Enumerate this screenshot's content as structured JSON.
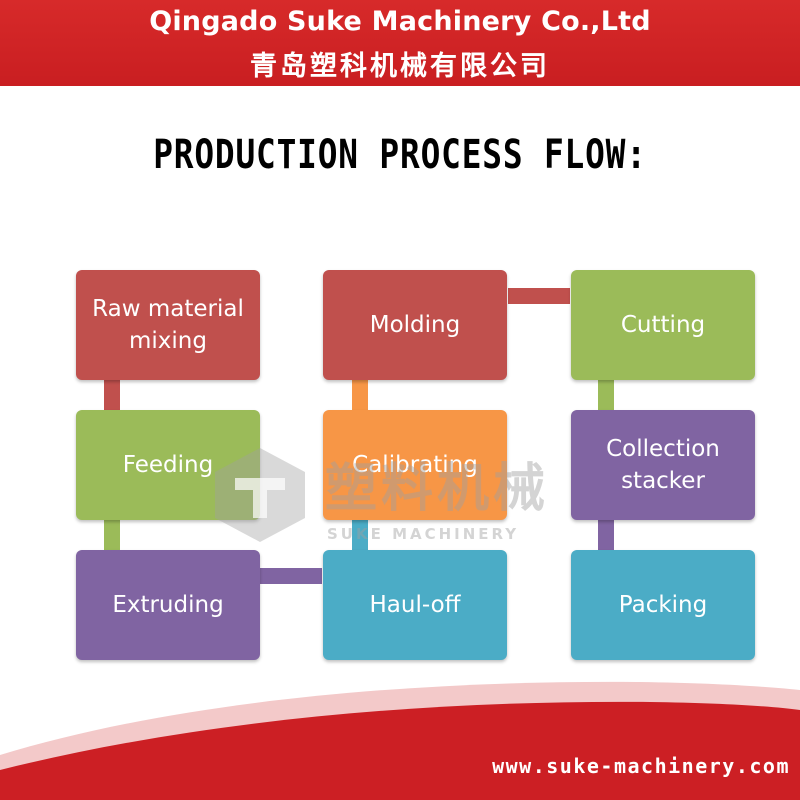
{
  "header": {
    "company_en": "Qingado Suke Machinery Co.,Ltd",
    "company_cn": "青岛塑科机械有限公司"
  },
  "title": "PRODUCTION PROCESS FLOW:",
  "steps": [
    {
      "label": "Raw material\nmixing",
      "color": "#c0504d"
    },
    {
      "label": "Feeding",
      "color": "#9bbb59"
    },
    {
      "label": "Extruding",
      "color": "#8064a2"
    },
    {
      "label": "Haul-off",
      "color": "#4bacc6"
    },
    {
      "label": "Calibrating",
      "color": "#f79646"
    },
    {
      "label": "Molding",
      "color": "#c0504d"
    },
    {
      "label": "Cutting",
      "color": "#9bbb59"
    },
    {
      "label": "Collection\nstacker",
      "color": "#8064a2"
    },
    {
      "label": "Packing",
      "color": "#4bacc6"
    }
  ],
  "watermark": {
    "cn": "塑料机械",
    "en": "SUKE MACHINERY"
  },
  "footer": {
    "url": "www.suke-machinery.com",
    "accent": "#cc1f24"
  }
}
